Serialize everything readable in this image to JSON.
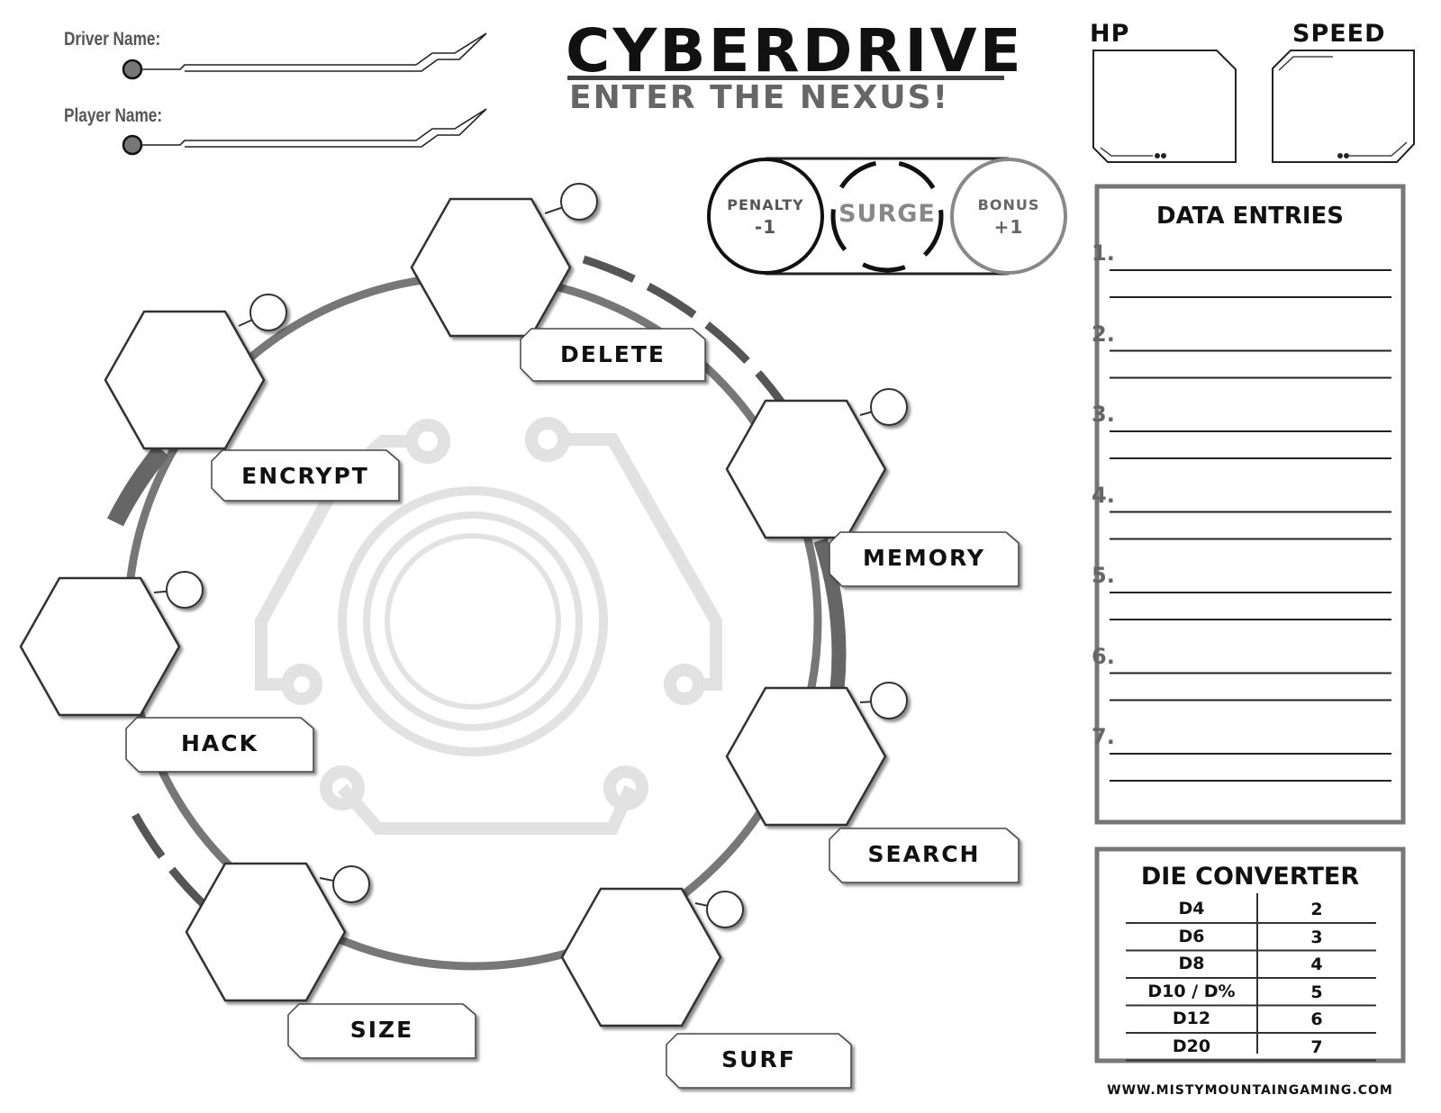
{
  "header": {
    "title": "CYBERDRIVE",
    "subtitle": "ENTER THE NEXUS!"
  },
  "names": {
    "driver_label": "Driver Name:",
    "player_label": "Player Name:"
  },
  "stats": {
    "hp_label": "HP",
    "speed_label": "SPEED"
  },
  "surge": {
    "penalty_label": "PENALTY",
    "penalty_value": "-1",
    "surge_label": "SURGE",
    "bonus_label": "BONUS",
    "bonus_value": "+1"
  },
  "skills": [
    "DELETE",
    "ENCRYPT",
    "MEMORY",
    "HACK",
    "SEARCH",
    "SIZE",
    "SURF"
  ],
  "data_entries": {
    "title": "DATA ENTRIES",
    "items": [
      "1.",
      "2.",
      "3.",
      "4.",
      "5.",
      "6.",
      "7."
    ]
  },
  "die_converter": {
    "title": "DIE CONVERTER",
    "rows": [
      {
        "die": "D4",
        "value": "2"
      },
      {
        "die": "D6",
        "value": "3"
      },
      {
        "die": "D8",
        "value": "4"
      },
      {
        "die": "D10 / D%",
        "value": "5"
      },
      {
        "die": "D12",
        "value": "6"
      },
      {
        "die": "D20",
        "value": "7"
      }
    ]
  },
  "footer": {
    "website": "WWW.MISTYMOUNTAINGAMING.COM"
  }
}
